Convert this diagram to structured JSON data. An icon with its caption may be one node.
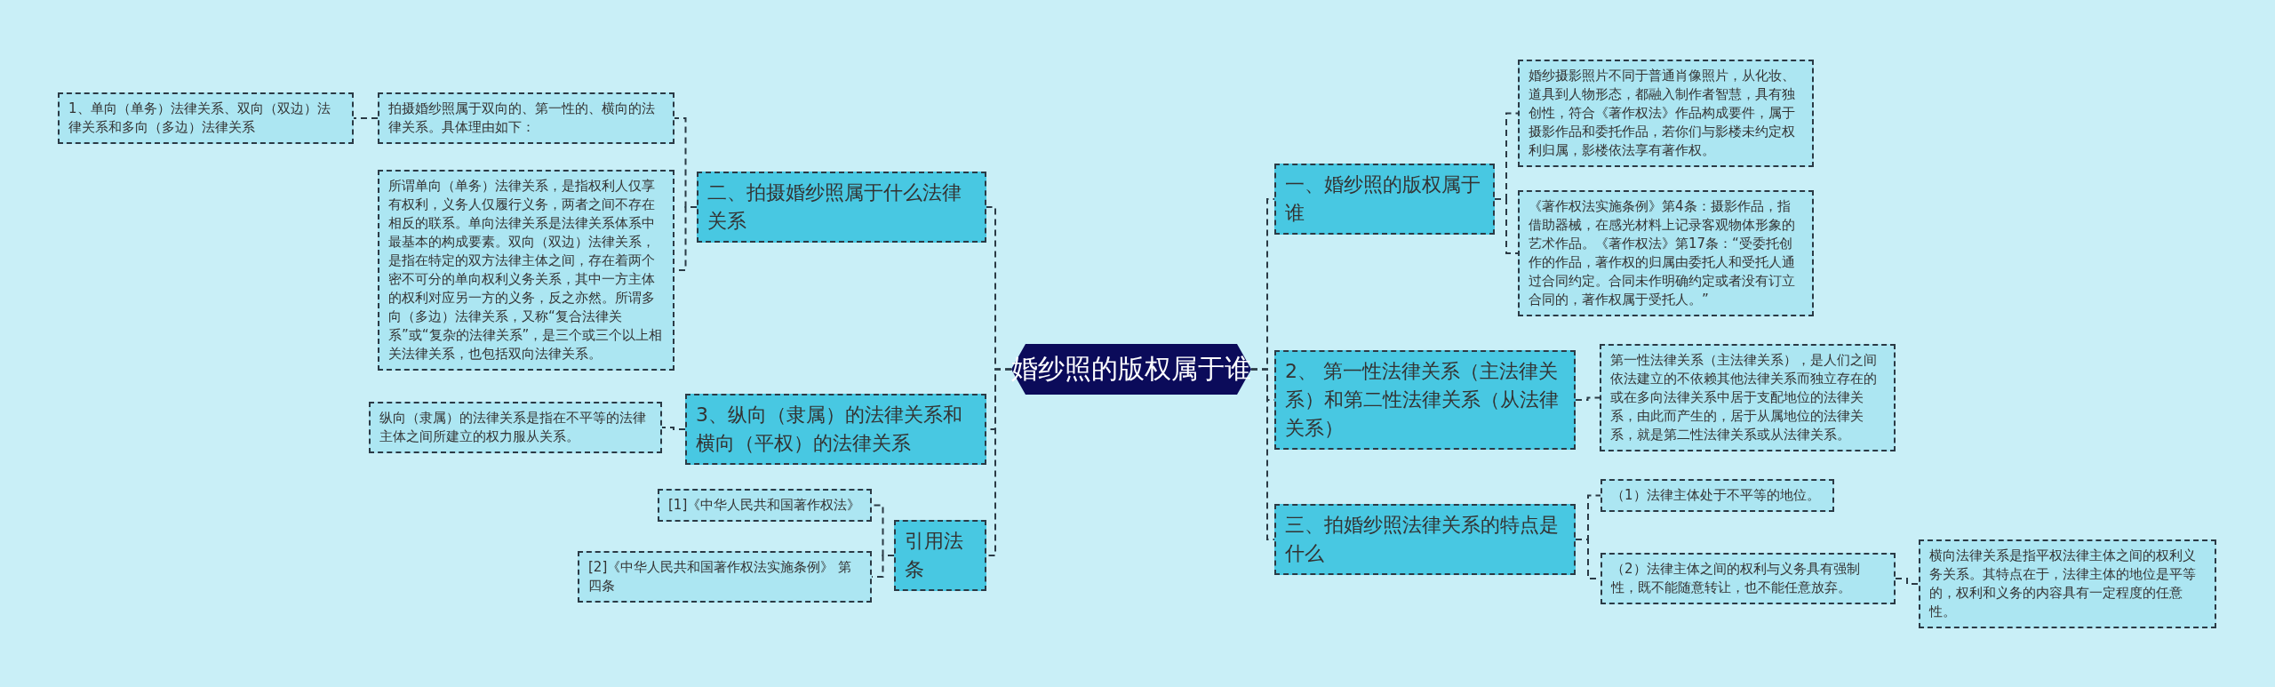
{
  "diagram": {
    "nodes": [
      {
        "text": [
          "婚纱照的版权属于谁"
        ]
      },
      {
        "text": [
          "一、婚纱照的版权属于谁"
        ]
      },
      {
        "text": [
          "婚纱摄影照片不同于普通肖像照片，从化妆、道具到人物形态，都融入制作者智慧，具有独创性，符合《著作权法》作品构成要件，属于摄影作品和委托作品，若你们与影楼未约定权利归属，影楼依法享有著作权。"
        ]
      },
      {
        "text": [
          "《著作权法实施条例》第4条：摄影作品，指借助器械，在感光材料上记录客观物体形象的艺术作品。《著作权法》第17条：“受委托创作的作品，著作权的归属由委托人和受托人通过合同约定。合同未作明确约定或者没有订立合同的，著作权属于受托人。”"
        ]
      },
      {
        "text": [
          "2、 第一性法律关系（主法律关系）和第二性法律关系（从法律关系）"
        ]
      },
      {
        "text": [
          "第一性法律关系（主法律关系），是人们之间依法建立的不依赖其他法律关系而独立存在的或在多向法律关系中居于支配地位的法律关系，由此而产生的，居于从属地位的法律关系，就是第二性法律关系或从法律关系。"
        ]
      },
      {
        "text": [
          "三、拍婚纱照法律关系的特点是什么"
        ]
      },
      {
        "text": [
          "（1）法律主体处于不平等的地位。"
        ]
      },
      {
        "text": [
          "（2）法律主体之间的权利与义务具有强制性，既不能随意转让，也不能任意放弃。"
        ]
      },
      {
        "text": [
          "横向法律关系是指平权法律主体之间的权利义务关系。其特点在于，法律主体的地位是平等的，权利和义务的内容具有一定程度的任意性。"
        ]
      },
      {
        "text": [
          "二、拍摄婚纱照属于什么法律关系"
        ]
      },
      {
        "text": [
          "拍摄婚纱照属于双向的、第一性的、横向的法律关系。具体理由如下："
        ]
      },
      {
        "text": [
          "1、单向（单务）法律关系、双向（双边）法律关系和多向（多边）法律关系"
        ]
      },
      {
        "text": [
          "所谓单向（单务）法律关系，是指权利人仅享有权利，义务人仅履行义务，两者之间不存在相反的联系。单向法律关系是法律关系体系中最基本的构成要素。双向（双边）法律关系，是指在特定的双方法律主体之间，存在着两个密不可分的单向权利义务关系，其中一方主体的权利对应另一方的义务，反之亦然。所谓多向（多边）法律关系，又称“复合法律关系”或“复杂的法律关系”，是三个或三个以上相关法律关系，也包括双向法律关系。"
        ]
      },
      {
        "text": [
          "3、纵向（隶属）的法律关系和横向（平权）的法律关系"
        ]
      },
      {
        "text": [
          "纵向（隶属）的法律关系是指在不平等的法律主体之间所建立的权力服从关系。"
        ]
      },
      {
        "text": [
          "引用法条"
        ]
      },
      {
        "text": [
          "[1]《中华人民共和国著作权法》"
        ]
      },
      {
        "text": [
          "[2]《中华人民共和国著作权法实施条例》 第四条"
        ]
      }
    ],
    "edges": [
      {
        "from": 0,
        "to": 1,
        "arrow": "none"
      },
      {
        "from": 0,
        "to": 4,
        "arrow": "none"
      },
      {
        "from": 0,
        "to": 6,
        "arrow": "none"
      },
      {
        "from": 1,
        "to": 2,
        "arrow": "none"
      },
      {
        "from": 1,
        "to": 3,
        "arrow": "none"
      },
      {
        "from": 4,
        "to": 5,
        "arrow": "none"
      },
      {
        "from": 6,
        "to": 7,
        "arrow": "none"
      },
      {
        "from": 6,
        "to": 8,
        "arrow": "none"
      },
      {
        "from": 8,
        "to": 9,
        "arrow": "none"
      },
      {
        "from": 0,
        "to": 10,
        "arrow": "none"
      },
      {
        "from": 0,
        "to": 14,
        "arrow": "none"
      },
      {
        "from": 0,
        "to": 16,
        "arrow": "none"
      },
      {
        "from": 10,
        "to": 11,
        "arrow": "none"
      },
      {
        "from": 11,
        "to": 12,
        "arrow": "none"
      },
      {
        "from": 10,
        "to": 13,
        "arrow": "none"
      },
      {
        "from": 14,
        "to": 15,
        "arrow": "none"
      },
      {
        "from": 16,
        "to": 17,
        "arrow": "none"
      },
      {
        "from": 16,
        "to": 18,
        "arrow": "none"
      }
    ]
  }
}
